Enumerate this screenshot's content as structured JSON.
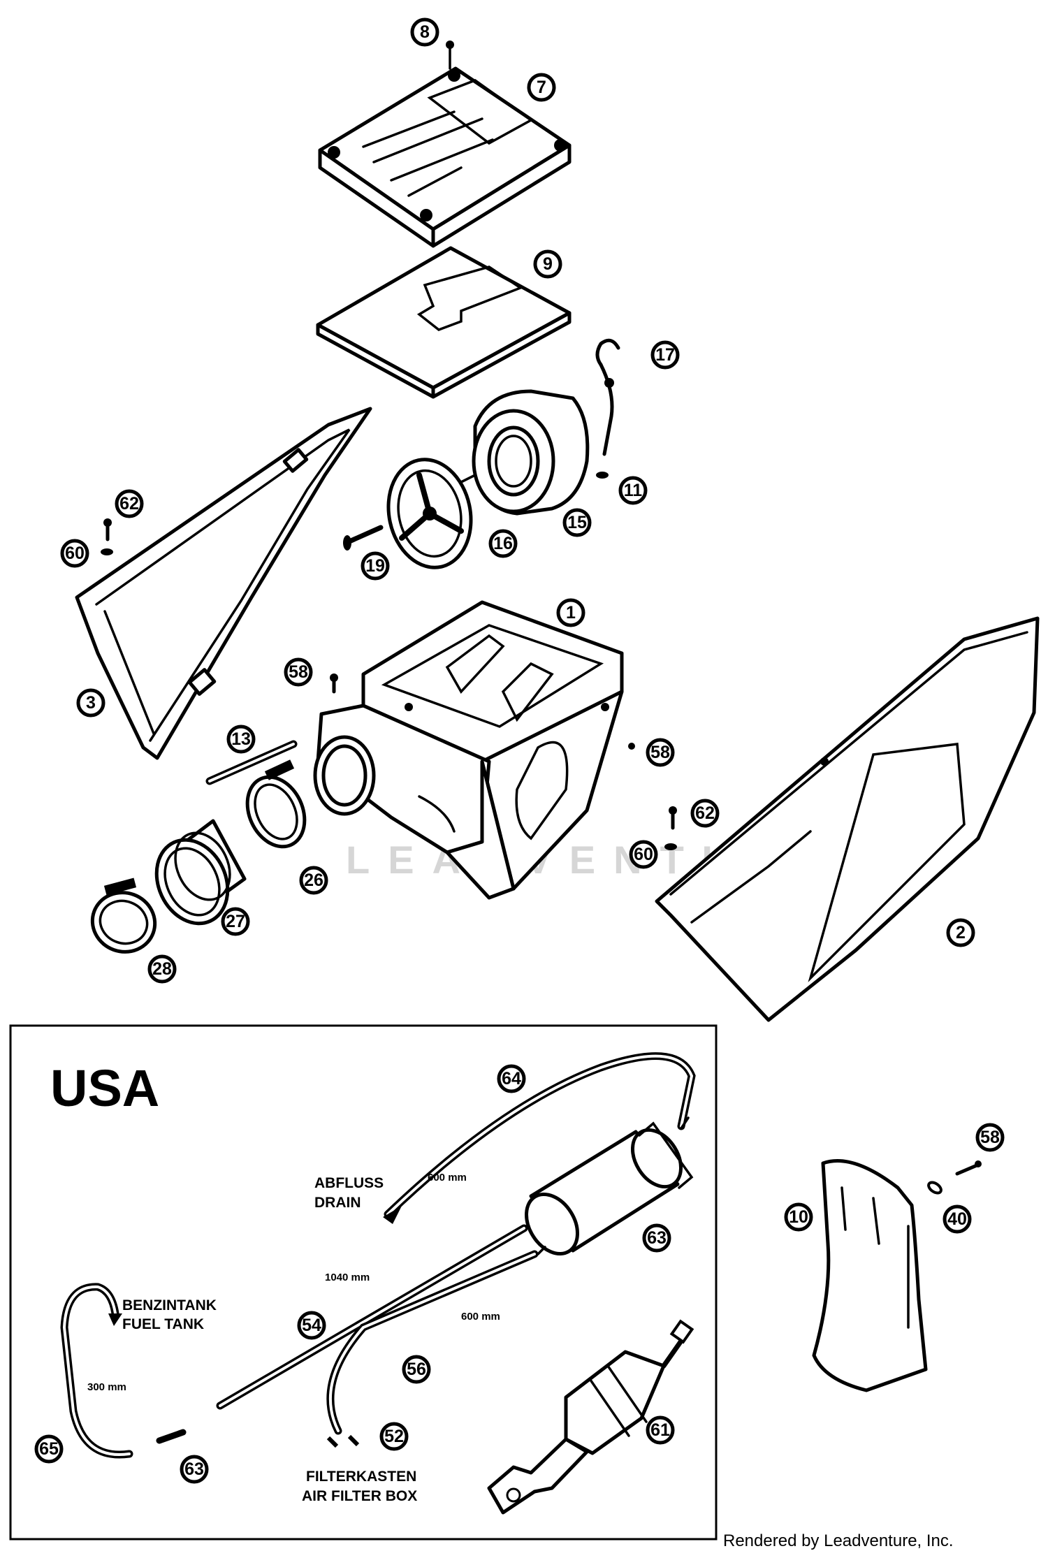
{
  "callouts": {
    "c8": "8",
    "c7": "7",
    "c9": "9",
    "c17": "17",
    "c11": "11",
    "c15": "15",
    "c16": "16",
    "c19": "19",
    "c62a": "62",
    "c60a": "60",
    "c3": "3",
    "c1": "1",
    "c58a": "58",
    "c13": "13",
    "c58b": "58",
    "c62b": "62",
    "c60b": "60",
    "c26": "26",
    "c27": "27",
    "c28": "28",
    "c2": "2",
    "c64": "64",
    "c63a": "63",
    "c54": "54",
    "c56": "56",
    "c65": "65",
    "c63b": "63",
    "c52": "52",
    "c61": "61",
    "c58c": "58",
    "c40": "40",
    "c10": "10"
  },
  "inset": {
    "title": "USA",
    "drain_de": "ABFLUSS",
    "drain_en": "DRAIN",
    "fuel_de": "BENZINTANK",
    "fuel_en": "FUEL TANK",
    "box_de": "FILTERKASTEN",
    "box_en": "AIR FILTER BOX",
    "dim_600_top": "600 mm",
    "dim_1040": "1040 mm",
    "dim_600_mid": "600 mm",
    "dim_300": "300 mm"
  },
  "watermark": "LEADVENTURE",
  "credit": "Rendered by Leadventure, Inc."
}
